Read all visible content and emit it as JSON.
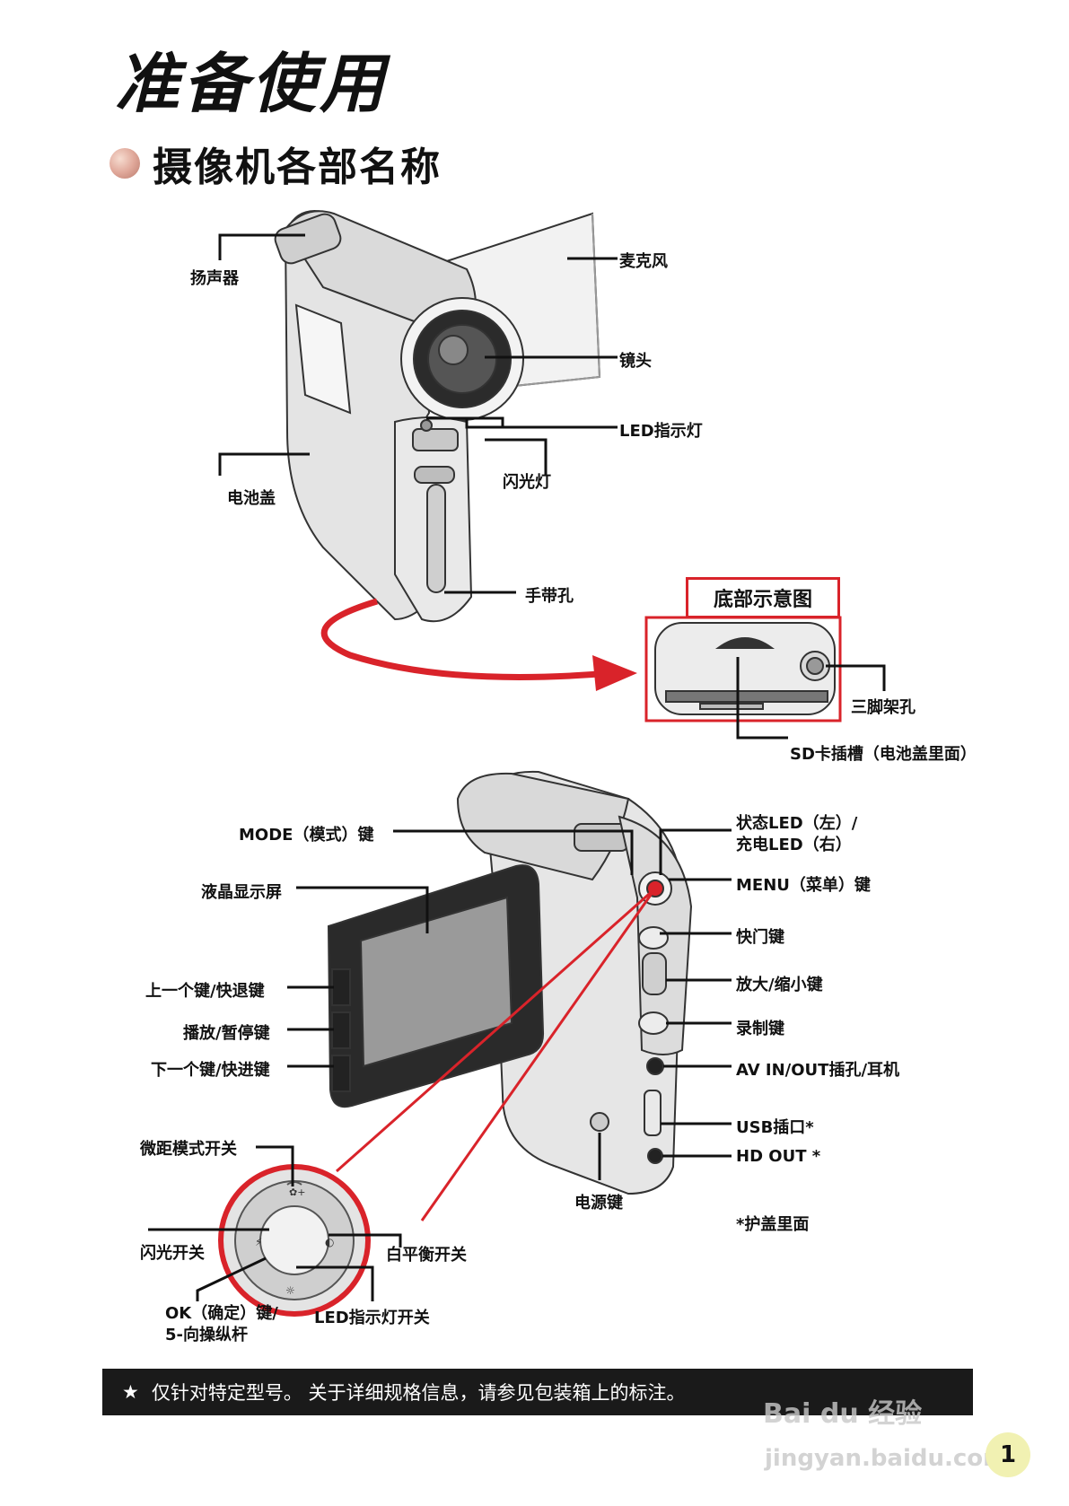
{
  "page": {
    "title": "准备使用",
    "section_title": "摄像机各部名称",
    "bottom_view_label": "底部示意图",
    "footer_note": "仅针对特定型号。 关于详细规格信息，请参见包装箱上的标注。",
    "footer_star": "★",
    "page_number": "1",
    "watermark_logo": "Bai du 经验",
    "watermark_url": "jingyan.baidu.com"
  },
  "labels_top": {
    "speaker": "扬声器",
    "microphone": "麦克风",
    "lens": "镜头",
    "led_indicator": "LED指示灯",
    "flash": "闪光灯",
    "battery_cover": "电池盖",
    "strap_hole": "手带孔",
    "tripod_hole": "三脚架孔",
    "sd_slot": "SD卡插槽（电池盖里面）"
  },
  "labels_bottom": {
    "mode_key": "MODE（模式）键",
    "lcd": "液晶显示屏",
    "prev_key": "上一个键/快退键",
    "play_pause": "播放/暂停键",
    "next_key": "下一个键/快进键",
    "status_led": "状态LED（左）/\n充电LED（右）",
    "menu_key": "MENU（菜单）键",
    "shutter_key": "快门键",
    "zoom_key": "放大/缩小键",
    "record_key": "录制键",
    "av_port": "AV IN/OUT插孔/耳机",
    "usb_port": "USB插口*",
    "hd_out": "HD OUT *",
    "power_key": "电源键",
    "cover_note": "*护盖里面",
    "macro_switch": "微距模式开关",
    "flash_switch": "闪光开关",
    "wb_switch": "白平衡开关",
    "ok_key": "OK（确定）键/\n5-向操纵杆",
    "led_switch": "LED指示灯开关"
  },
  "colors": {
    "accent_red": "#d9232a",
    "footer_bg": "#1a1a1a",
    "device_gray": "#e6e6e6",
    "device_dark": "#2a2a2a"
  }
}
